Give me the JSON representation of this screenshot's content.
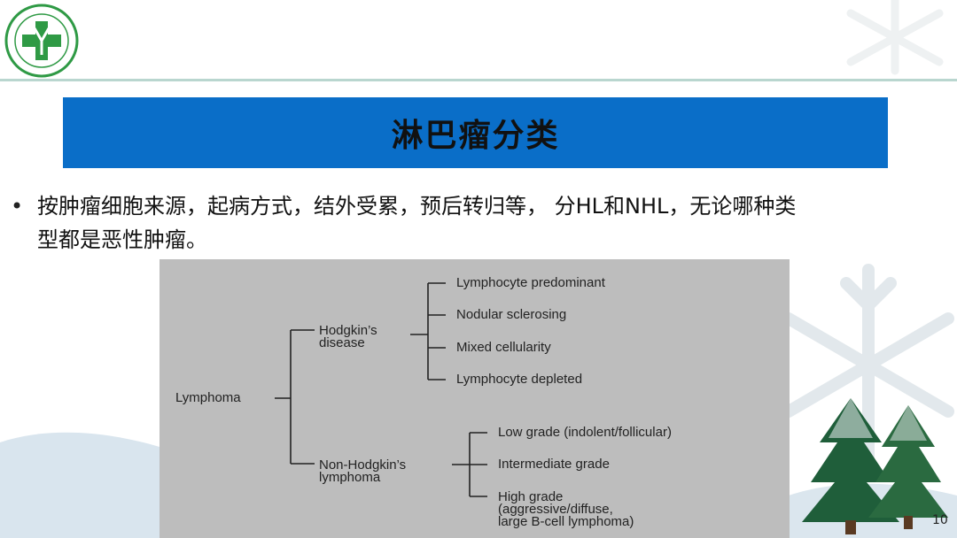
{
  "title": "淋巴瘤分类",
  "bullet": "按肿瘤细胞来源，起病方式，结外受累，预后转归等， 分HL和NHL，无论哪种类型都是恶性肿瘤。",
  "diagram": {
    "root": "Lymphoma",
    "hodgkin": "Hodgkin’s\ndisease",
    "hodgkin_types": [
      "Lymphocyte predominant",
      "Nodular sclerosing",
      "Mixed cellularity",
      "Lymphocyte depleted"
    ],
    "nonhodgkin": "Non-Hodgkin’s\nlymphoma",
    "nonhodgkin_grades": [
      "Low grade (indolent/follicular)",
      "Intermediate grade",
      "High grade\n(aggressive/diffuse,\nlarge B-cell lymphoma)"
    ]
  },
  "page_number": "10",
  "colors": {
    "title_bar": "#0a6ec8",
    "diagram_bg": "#bdbdbd",
    "logo_green": "#2f9a45",
    "tree_green": "#1f5e3a"
  },
  "icons": [
    "hospital-logo-icon",
    "snowflake-decoration-icon",
    "pine-tree-decoration-icon"
  ]
}
